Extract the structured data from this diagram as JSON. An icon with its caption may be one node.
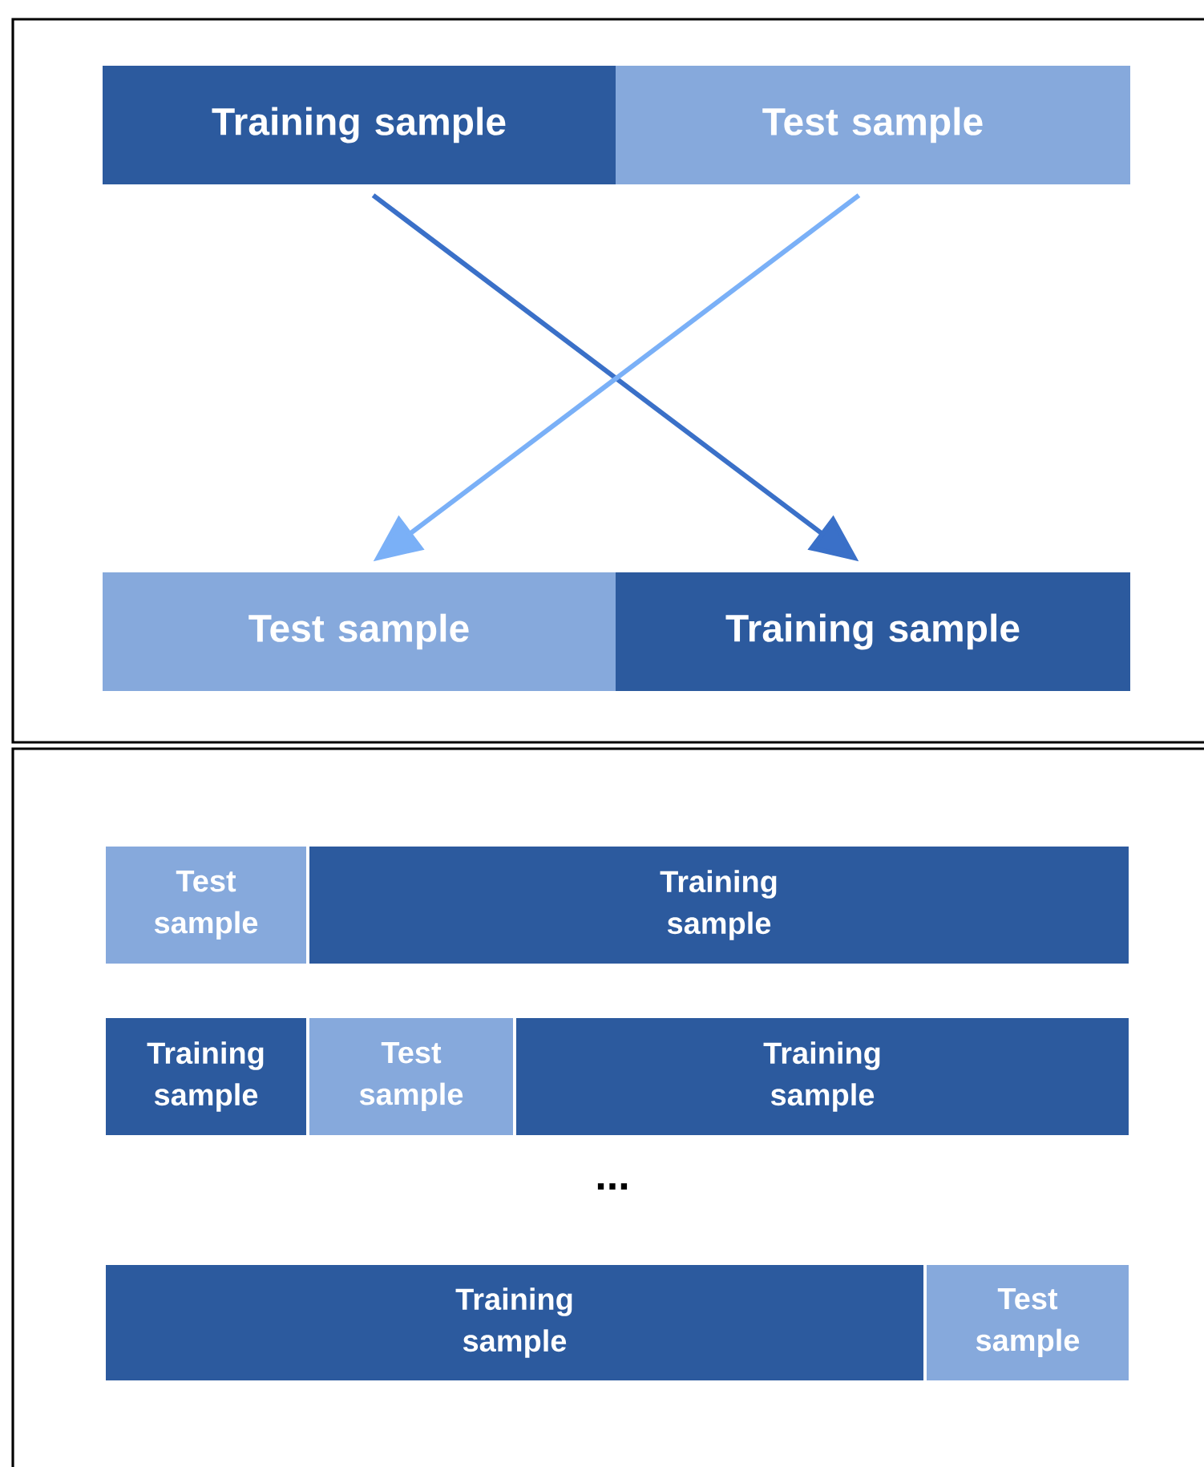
{
  "diagram": {
    "nodes": [
      {
        "text": [
          "Training sample"
        ]
      },
      {
        "text": [
          "Test sample"
        ]
      },
      {
        "text": [
          "Test sample"
        ]
      },
      {
        "text": [
          "Training sample"
        ]
      },
      {
        "text": [
          "Test sample"
        ]
      },
      {
        "text": [
          "Training sample"
        ]
      },
      {
        "text": [
          "Training sample"
        ]
      },
      {
        "text": [
          "Test sample"
        ]
      },
      {
        "text": [
          "Training sample"
        ]
      },
      {
        "text": [
          "Training sample"
        ]
      },
      {
        "text": [
          "Test sample"
        ]
      }
    ],
    "edges": [
      {
        "from": 0,
        "to": 3,
        "arrow": "to",
        "color": "#3a70c8"
      },
      {
        "from": 1,
        "to": 2,
        "arrow": "to",
        "color": "#7ab0f7"
      }
    ],
    "labels": [
      "..."
    ]
  }
}
